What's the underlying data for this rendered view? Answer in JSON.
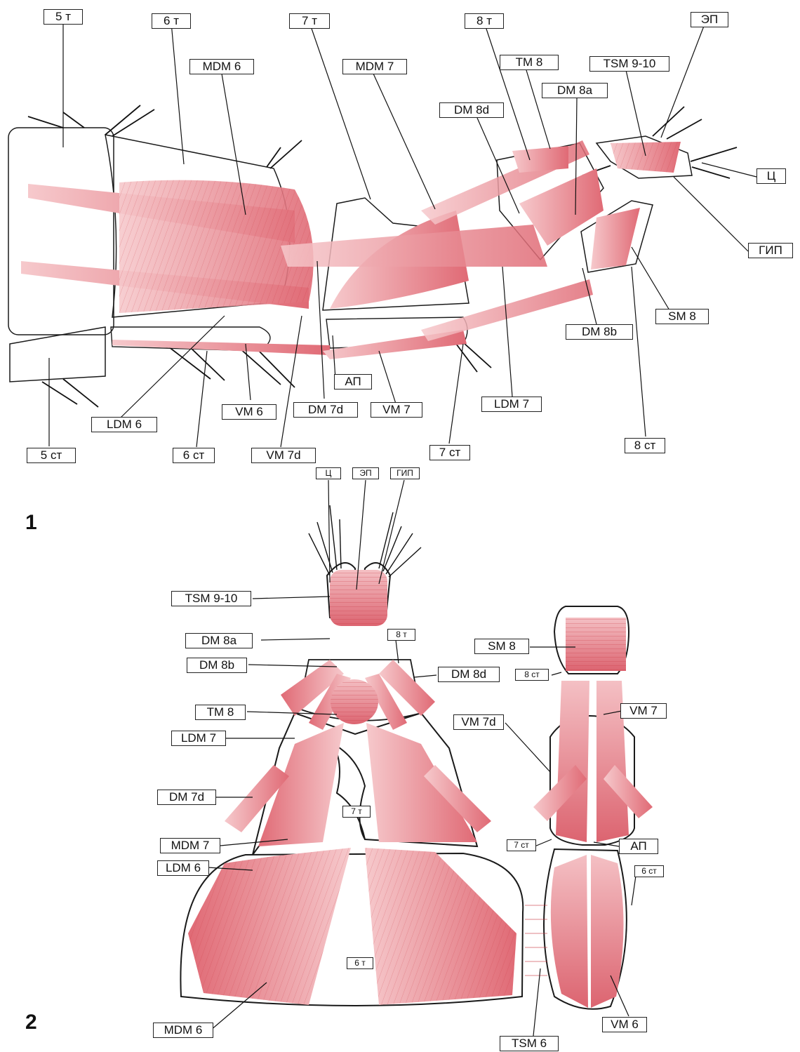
{
  "figure_numbers": {
    "top": "1",
    "bottom": "2"
  },
  "colors": {
    "muscle": "#e0707a",
    "muscle_light": "#f4c3c6",
    "fiber": "#c8303c",
    "outline": "#1a1a1a"
  },
  "fig1_labels": {
    "t5": "5 т",
    "t6": "6 т",
    "mdm6": "MDM 6",
    "t7": "7 т",
    "mdm7": "MDM 7",
    "t8": "8 т",
    "tm8": "TM 8",
    "dm8a": "DM 8a",
    "tsm9_10": "TSM 9-10",
    "ep": "ЭП",
    "dm8d": "DM 8d",
    "c": "Ц",
    "gip": "ГИП",
    "sm8": "SM 8",
    "dm8b": "DM 8b",
    "ldm7": "LDM 7",
    "ap": "АП",
    "dm7d": "DM 7d",
    "vm7": "VM 7",
    "vm6": "VM 6",
    "ldm6": "LDM 6",
    "st5": "5 ст",
    "st6": "6 ст",
    "vm7d": "VM 7d",
    "st7": "7 ст",
    "st8": "8 ст"
  },
  "fig2_labels": {
    "c": "Ц",
    "ep": "ЭП",
    "gip": "ГИП",
    "tsm9_10": "TSM 9-10",
    "dm8a": "DM 8a",
    "t8": "8 т",
    "sm8": "SM 8",
    "dm8b": "DM 8b",
    "dm8d": "DM 8d",
    "st8": "8 ст",
    "tm8": "TM 8",
    "vm7d": "VM 7d",
    "vm7": "VM 7",
    "ldm7": "LDM 7",
    "dm7d": "DM 7d",
    "t7": "7 т",
    "mdm7": "MDM 7",
    "st7": "7 ст",
    "ap": "АП",
    "ldm6": "LDM 6",
    "st6": "6 ст",
    "t6": "6 т",
    "mdm6": "MDM 6",
    "vm6": "VM 6",
    "tsm6": "TSM 6"
  }
}
